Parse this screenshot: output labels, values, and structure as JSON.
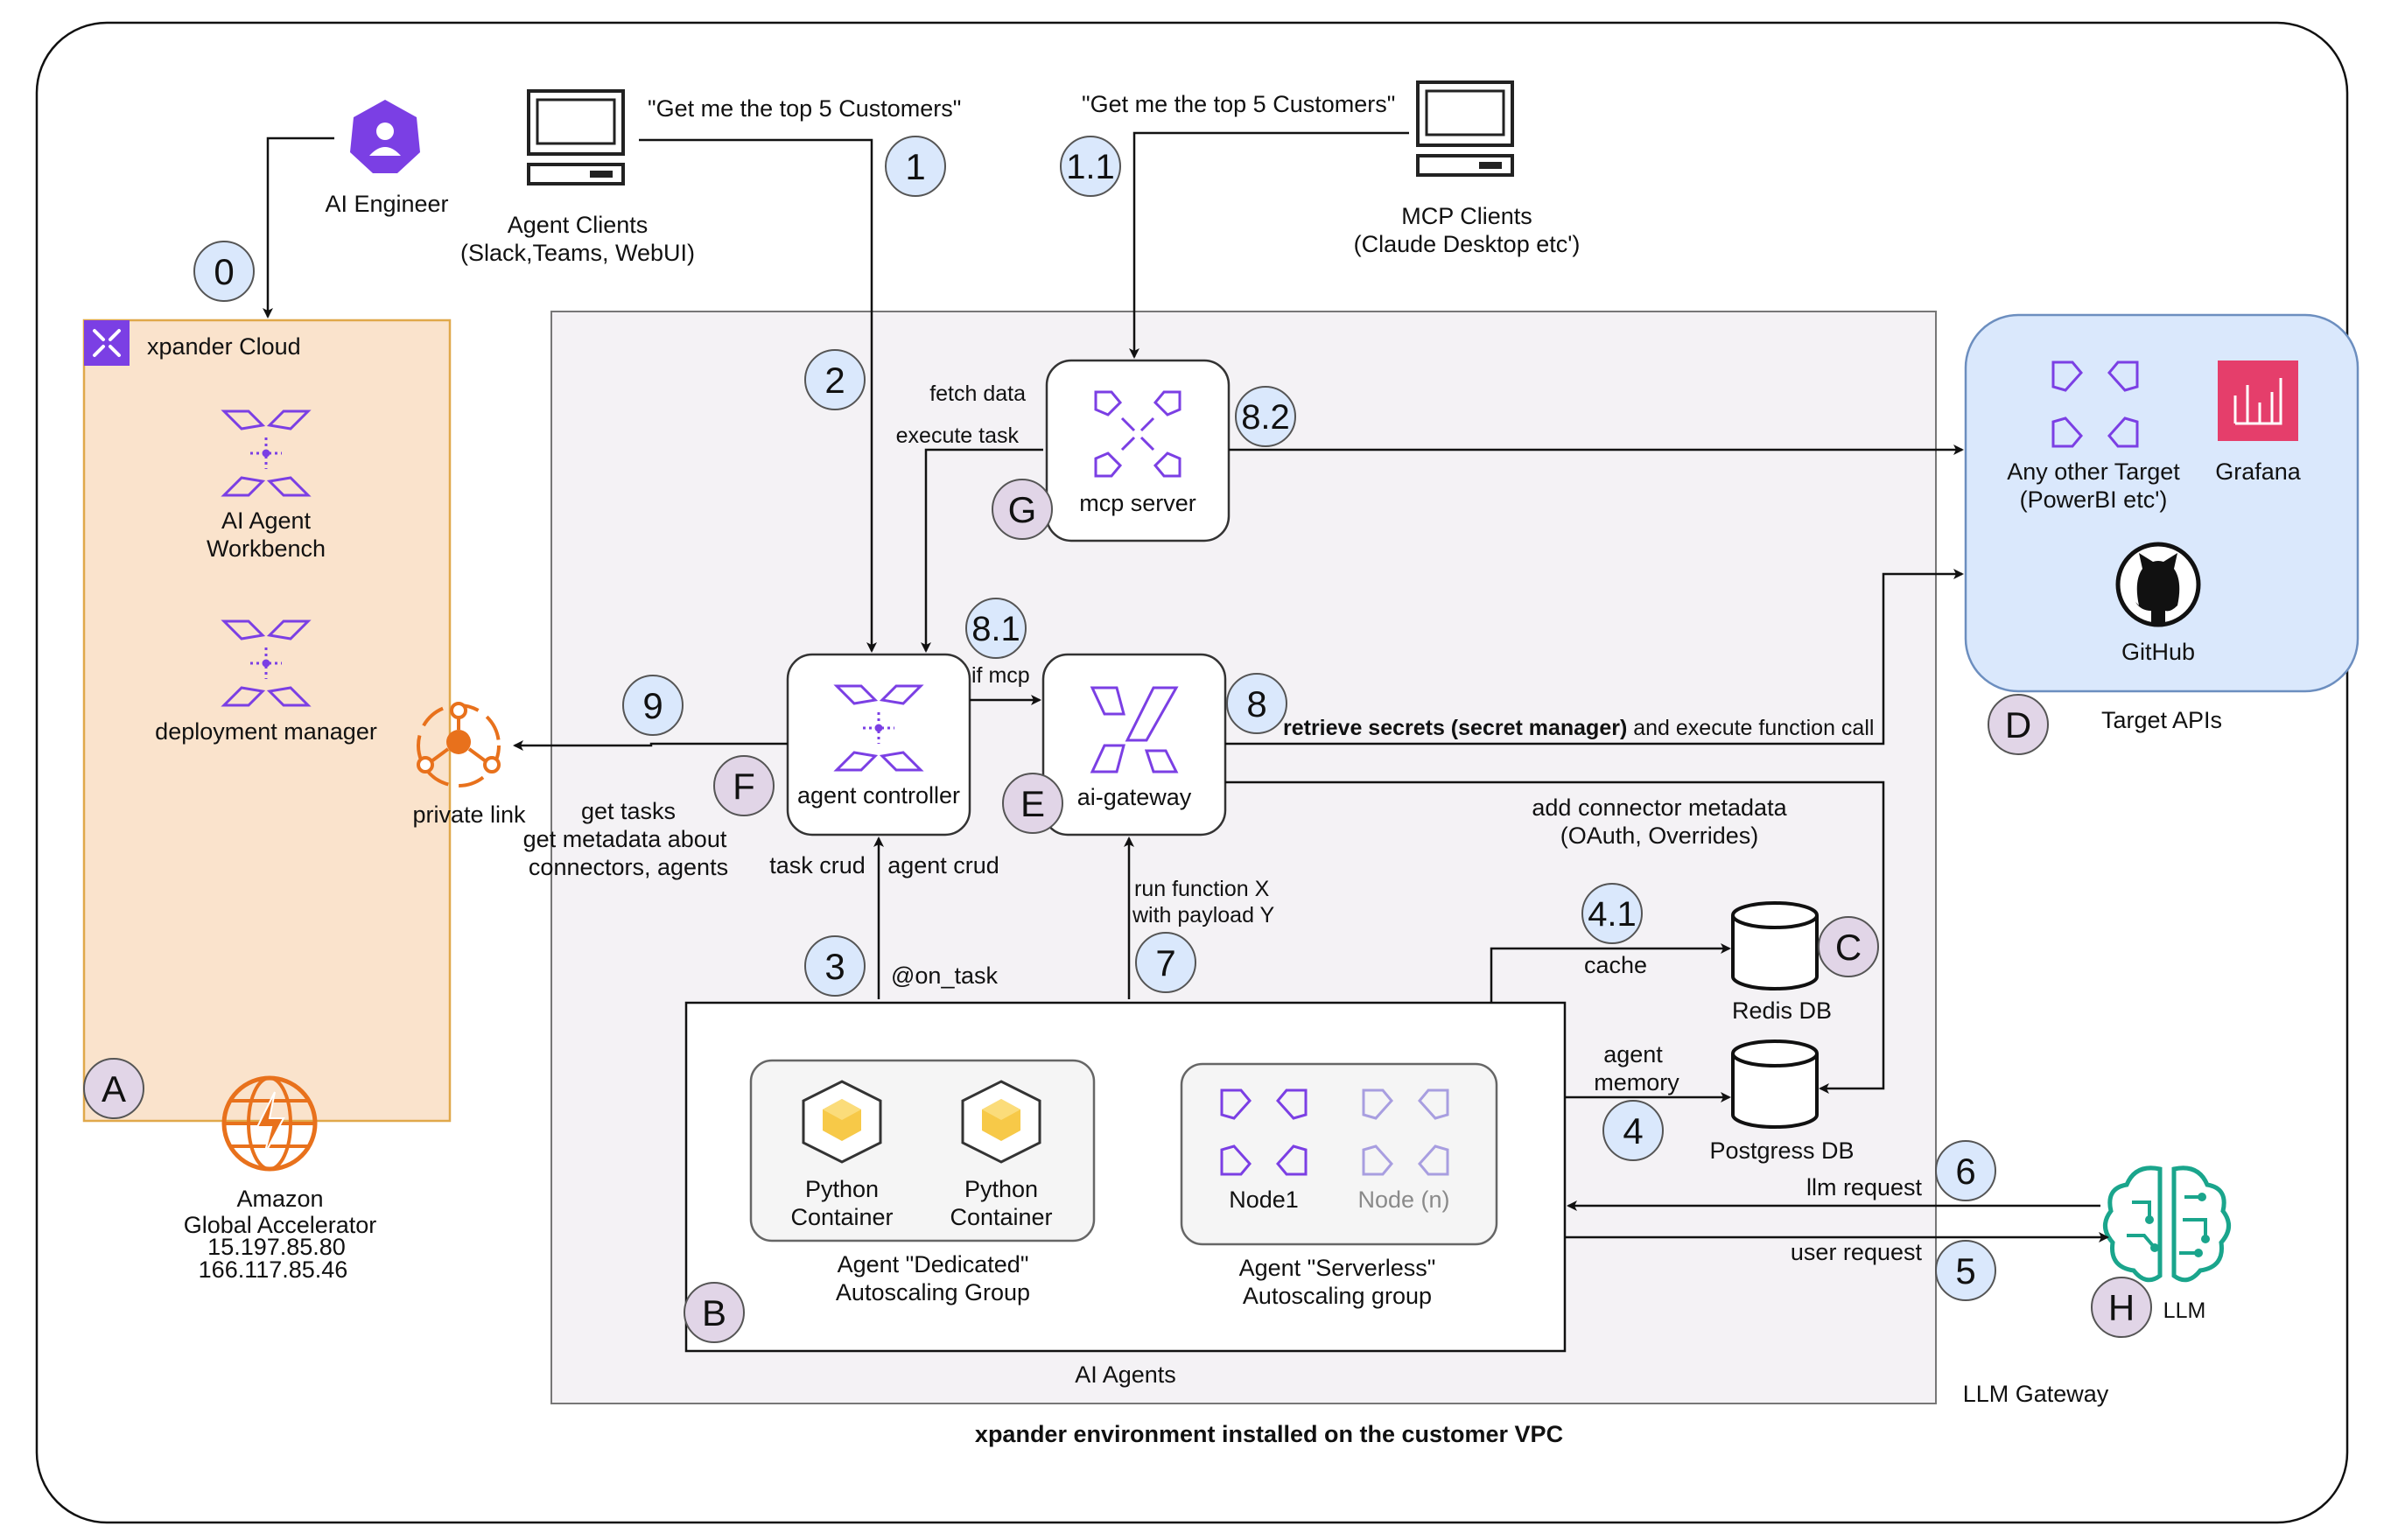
{
  "outer_title": "xpander environment installed on the customer VPC",
  "ai_engineer": {
    "label": "AI Engineer"
  },
  "agent_clients": {
    "quote": "\"Get me the top 5 Customers\"",
    "line1": "Agent Clients",
    "line2": "(Slack,Teams, WebUI)"
  },
  "mcp_clients": {
    "quote": "\"Get me the top 5 Customers\"",
    "line1": "MCP Clients",
    "line2": "(Claude Desktop etc')"
  },
  "xpander_cloud": {
    "title": "xpander Cloud",
    "workbench_line1": "AI Agent",
    "workbench_line2": "Workbench",
    "deployment_manager": "deployment manager"
  },
  "private_link": "private link",
  "global_accelerator": {
    "line1": "Amazon",
    "line2": "Global Accelerator",
    "ip1": "15.197.85.80",
    "ip2": "166.117.85.46"
  },
  "mcp_server": "mcp server",
  "agent_controller": "agent controller",
  "ai_gateway": "ai-gateway",
  "target_apis": {
    "caption": "Target APIs",
    "any_other_line1": "Any other Target",
    "any_other_line2": "(PowerBI etc')",
    "grafana": "Grafana",
    "github": "GitHub"
  },
  "ai_agents": {
    "caption": "AI Agents",
    "python1_line1": "Python",
    "python1_line2": "Container",
    "python2_line1": "Python",
    "python2_line2": "Container",
    "dedicated_line1": "Agent \"Dedicated\"",
    "dedicated_line2": "Autoscaling Group",
    "node1": "Node1",
    "node_n": "Node (n)",
    "serverless_line1": "Agent \"Serverless\"",
    "serverless_line2": "Autoscaling group"
  },
  "redis": "Redis DB",
  "postgres": "Postgress DB",
  "llm": {
    "label": "LLM",
    "gateway": "LLM Gateway"
  },
  "edge_labels": {
    "fetch_data": "fetch data",
    "execute_task": "execute task",
    "if_mcp": "if mcp",
    "retrieve_bold": "retrieve secrets (secret manager)",
    "retrieve_rest": " and execute function call",
    "connector_meta_line1": "add connector metadata",
    "connector_meta_line2": "(OAuth, Overrides)",
    "get_tasks_line1": "get tasks",
    "get_tasks_line2": "get metadata about",
    "get_tasks_line3": "connectors, agents",
    "task_crud": "task crud",
    "agent_crud": "agent crud",
    "on_task": "@on_task",
    "run_function_line1": "run function X",
    "run_function_line2": "with payload Y",
    "cache": "cache",
    "agent_memory_line1": "agent",
    "agent_memory_line2": "memory",
    "llm_request": "llm request",
    "user_request": "user request"
  },
  "step_badges": {
    "s0": "0",
    "s1": "1",
    "s1_1": "1.1",
    "s2": "2",
    "s3": "3",
    "s4": "4",
    "s4_1": "4.1",
    "s5": "5",
    "s6": "6",
    "s7": "7",
    "s8": "8",
    "s8_1": "8.1",
    "s8_2": "8.2",
    "s9": "9"
  },
  "component_badges": {
    "a": "A",
    "b": "B",
    "c": "C",
    "d": "D",
    "e": "E",
    "f": "F",
    "g": "G",
    "h": "H"
  },
  "colors": {
    "step_badge": "#dae8fc",
    "component_badge": "#e1d5e7",
    "cloud_fill": "#fae3cc",
    "cloud_border": "#e0a84a",
    "vpc_fill": "#f4f2f5",
    "target_fill": "#dae8fc",
    "purple": "#7b3fe4",
    "orange": "#e8711c",
    "grafana": "#e53e6b",
    "llm_green": "#1aa58c"
  }
}
